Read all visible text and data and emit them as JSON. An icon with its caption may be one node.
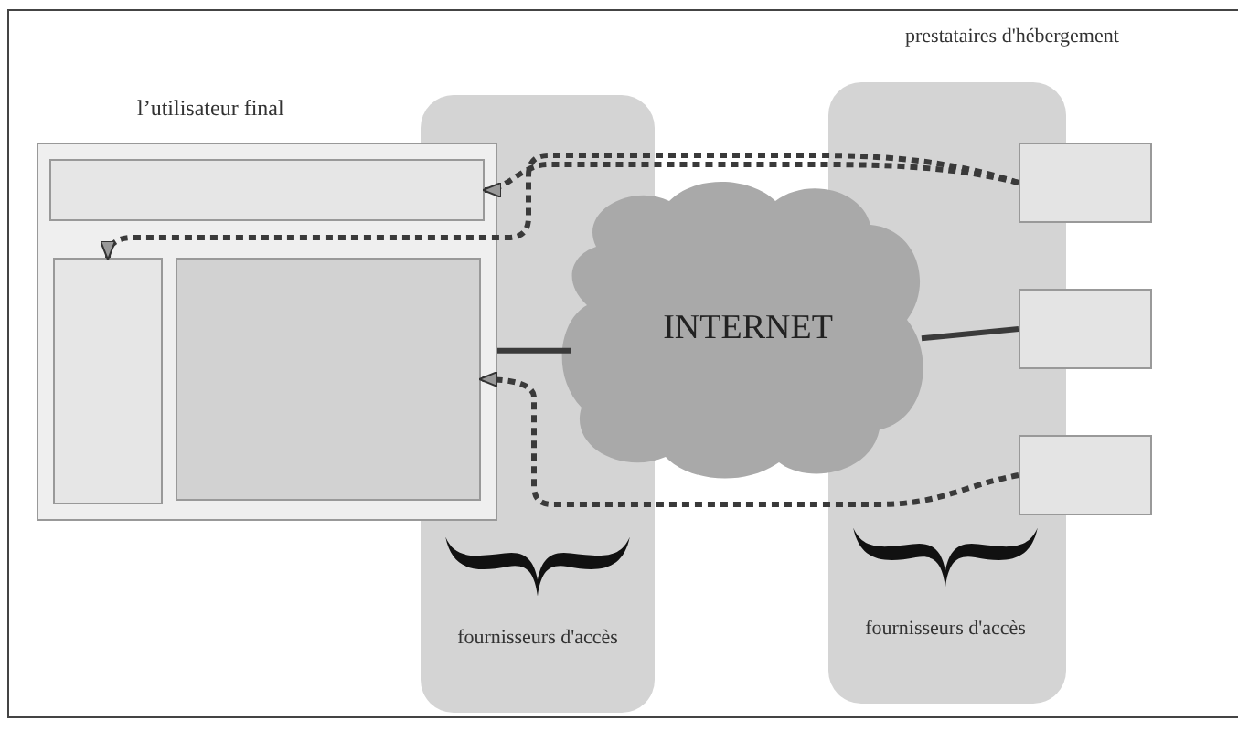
{
  "diagram": {
    "nodes": [
      {
        "text": [
          "l’utilisateur final"
        ]
      },
      {
        "text": [],
        "shape": "box",
        "in": 0
      },
      {
        "text": [],
        "shape": "box",
        "in": 0
      },
      {
        "text": [],
        "shape": "box",
        "in": 0
      },
      {
        "text": [
          "fournisseurs d'accès"
        ]
      },
      {
        "text": [
          "INTERNET"
        ]
      },
      {
        "text": [
          "fournisseurs d'accès"
        ]
      },
      {
        "text": [],
        "shape": "box"
      },
      {
        "text": [],
        "shape": "box"
      },
      {
        "text": [],
        "shape": "box"
      }
    ],
    "edges": [
      {
        "from": 7,
        "to": 1,
        "arrow": "to",
        "style": "dashed"
      },
      {
        "from": 7,
        "to": 2,
        "arrow": "to",
        "style": "dashed"
      },
      {
        "from": 9,
        "to": 3,
        "arrow": "to",
        "style": "dashed"
      },
      {
        "from": 0,
        "to": 5,
        "arrow": "none"
      },
      {
        "from": 5,
        "to": 8,
        "arrow": "none"
      }
    ],
    "labels": [
      "prestataires d'hébergement"
    ]
  }
}
